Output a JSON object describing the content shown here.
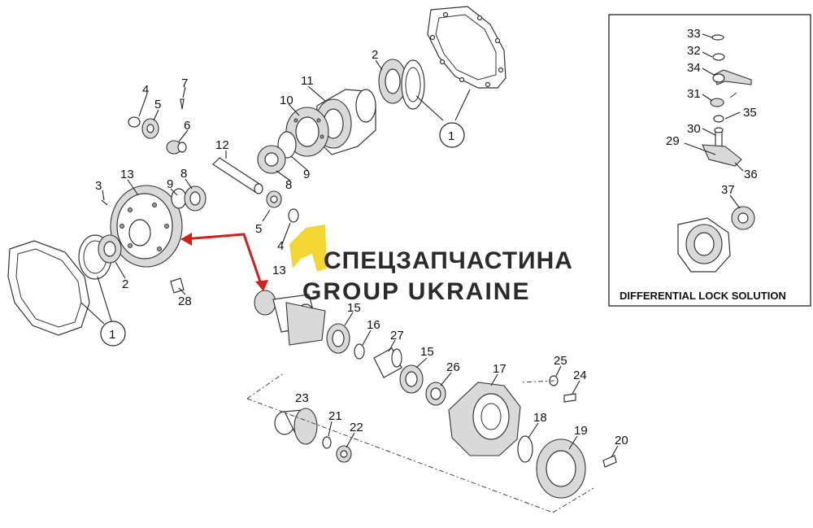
{
  "inset": {
    "title": "DIFFERENTIAL LOCK SOLUTION"
  },
  "watermark": {
    "line1": "СПЕЦЗАПЧАСТИНА",
    "line2": "GROUP UKRAINE",
    "accent_color": "#f2d21e"
  },
  "arrow_color": "#d0201a",
  "callouts": [
    {
      "id": "c-1a",
      "label": "1"
    },
    {
      "id": "c-2a",
      "label": "2"
    },
    {
      "id": "c-11",
      "label": "11"
    },
    {
      "id": "c-10",
      "label": "10"
    },
    {
      "id": "c-4a",
      "label": "4"
    },
    {
      "id": "c-5a",
      "label": "5"
    },
    {
      "id": "c-7",
      "label": "7"
    },
    {
      "id": "c-6",
      "label": "6"
    },
    {
      "id": "c-12",
      "label": "12"
    },
    {
      "id": "c-9a",
      "label": "9"
    },
    {
      "id": "c-8a",
      "label": "8"
    },
    {
      "id": "c-3",
      "label": "3"
    },
    {
      "id": "c-13a",
      "label": "13"
    },
    {
      "id": "c-9b",
      "label": "9"
    },
    {
      "id": "c-8b",
      "label": "8"
    },
    {
      "id": "c-5b",
      "label": "5"
    },
    {
      "id": "c-4b",
      "label": "4"
    },
    {
      "id": "c-13b",
      "label": "13"
    },
    {
      "id": "c-2b",
      "label": "2"
    },
    {
      "id": "c-28",
      "label": "28"
    },
    {
      "id": "c-1b",
      "label": "1"
    },
    {
      "id": "c-15a",
      "label": "15"
    },
    {
      "id": "c-16",
      "label": "16"
    },
    {
      "id": "c-27",
      "label": "27"
    },
    {
      "id": "c-15b",
      "label": "15"
    },
    {
      "id": "c-26",
      "label": "26"
    },
    {
      "id": "c-17",
      "label": "17"
    },
    {
      "id": "c-25",
      "label": "25"
    },
    {
      "id": "c-24",
      "label": "24"
    },
    {
      "id": "c-23",
      "label": "23"
    },
    {
      "id": "c-21",
      "label": "21"
    },
    {
      "id": "c-22",
      "label": "22"
    },
    {
      "id": "c-18",
      "label": "18"
    },
    {
      "id": "c-19",
      "label": "19"
    },
    {
      "id": "c-20",
      "label": "20"
    },
    {
      "id": "c-33",
      "label": "33"
    },
    {
      "id": "c-32",
      "label": "32"
    },
    {
      "id": "c-34",
      "label": "34"
    },
    {
      "id": "c-31",
      "label": "31"
    },
    {
      "id": "c-35",
      "label": "35"
    },
    {
      "id": "c-30",
      "label": "30"
    },
    {
      "id": "c-29",
      "label": "29"
    },
    {
      "id": "c-36",
      "label": "36"
    },
    {
      "id": "c-37",
      "label": "37"
    }
  ]
}
